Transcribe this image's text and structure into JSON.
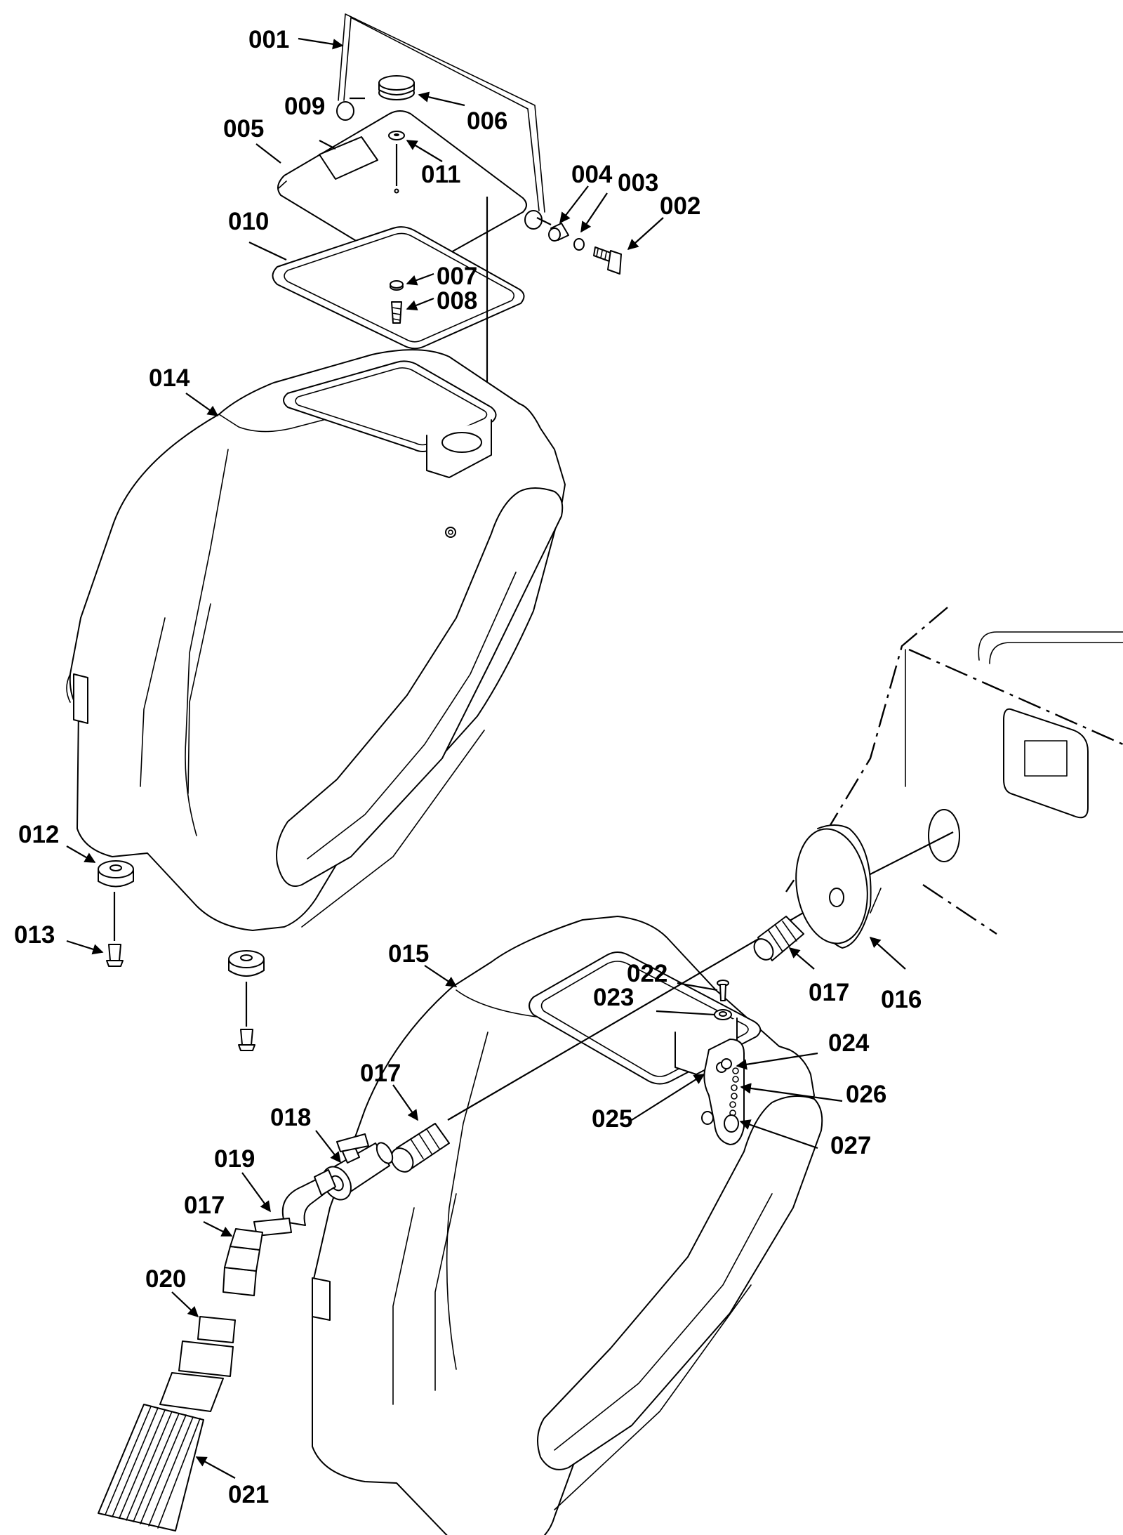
{
  "callouts": [
    {
      "id": "001",
      "text": "001"
    },
    {
      "id": "002",
      "text": "002"
    },
    {
      "id": "003",
      "text": "003"
    },
    {
      "id": "004",
      "text": "004"
    },
    {
      "id": "005",
      "text": "005"
    },
    {
      "id": "006",
      "text": "006"
    },
    {
      "id": "007",
      "text": "007"
    },
    {
      "id": "008",
      "text": "008"
    },
    {
      "id": "009",
      "text": "009"
    },
    {
      "id": "010",
      "text": "010"
    },
    {
      "id": "011",
      "text": "011"
    },
    {
      "id": "012",
      "text": "012"
    },
    {
      "id": "013",
      "text": "013"
    },
    {
      "id": "014",
      "text": "014"
    },
    {
      "id": "015",
      "text": "015"
    },
    {
      "id": "016",
      "text": "016"
    },
    {
      "id": "017a",
      "text": "017"
    },
    {
      "id": "017b",
      "text": "017"
    },
    {
      "id": "017c",
      "text": "017"
    },
    {
      "id": "018",
      "text": "018"
    },
    {
      "id": "019",
      "text": "019"
    },
    {
      "id": "020",
      "text": "020"
    },
    {
      "id": "021",
      "text": "021"
    },
    {
      "id": "022",
      "text": "022"
    },
    {
      "id": "023",
      "text": "023"
    },
    {
      "id": "024",
      "text": "024"
    },
    {
      "id": "025",
      "text": "025"
    },
    {
      "id": "026",
      "text": "026"
    },
    {
      "id": "027",
      "text": "027"
    }
  ]
}
